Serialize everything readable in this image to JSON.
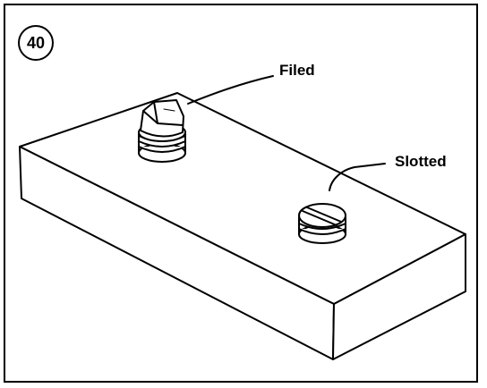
{
  "figure": {
    "number": "40",
    "labels": {
      "filed": "Filed",
      "slotted": "Slotted"
    }
  }
}
